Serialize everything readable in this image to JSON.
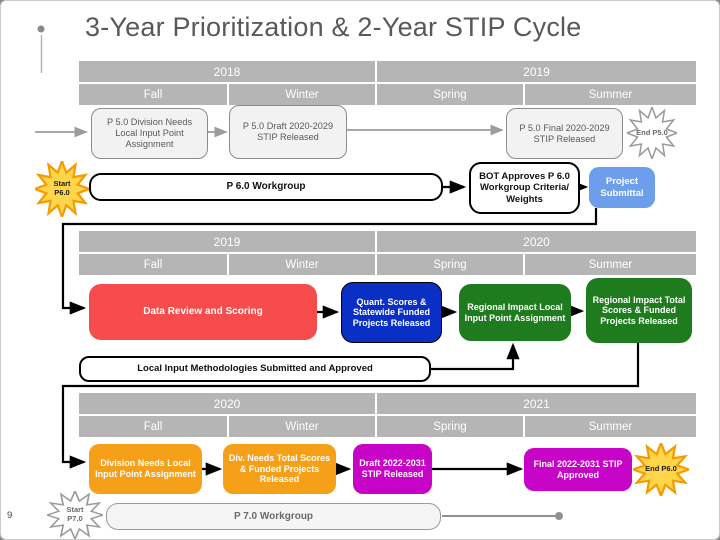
{
  "slide": {
    "title": "3-Year Prioritization & 2-Year STIP Cycle",
    "page_number": "9"
  },
  "colors": {
    "band_gray": "#b5b5b5",
    "process_gray": "#f2f2f2",
    "submittal_blue": "#6d9eeb",
    "quant_dark_blue": "#0a2fc4",
    "review_red": "#f64c4c",
    "regional_green": "#1e7b1e",
    "division_orange": "#f6a018",
    "stip_magenta": "#c803c8",
    "milestone_gold": "#ffd54a",
    "title_text": "#595959"
  },
  "timelines": [
    {
      "years": [
        "2018",
        "2019"
      ],
      "seasons": [
        "Fall",
        "Winter",
        "Spring",
        "Summer"
      ]
    },
    {
      "years": [
        "2019",
        "2020"
      ],
      "seasons": [
        "Fall",
        "Winter",
        "Spring",
        "Summer"
      ]
    },
    {
      "years": [
        "2020",
        "2021"
      ],
      "seasons": [
        "Fall",
        "Winter",
        "Spring",
        "Summer"
      ]
    }
  ],
  "rows": {
    "p5": {
      "division_needs": "P 5.0 Division Needs Local Input Point Assignment",
      "draft_stip": "P 5.0 Draft 2020-2029 STIP Released",
      "final_stip": "P 5.0 Final 2020-2029 STIP Released",
      "end_star": "End P5.0"
    },
    "p6_workgroup": {
      "start_star": "Start P6.0",
      "workgroup": "P 6.0 Workgroup",
      "bot_approves": "BOT Approves P 6.0 Workgroup Criteria/ Weights",
      "project_submittal": "Project Submittal"
    },
    "p6_scoring": {
      "data_review": "Data Review and Scoring",
      "quant_scores": "Quant. Scores & Statewide Funded Projects Released",
      "regional_assignment": "Regional Impact Local Input Point Assignment",
      "regional_released": "Regional Impact Total Scores & Funded Projects Released",
      "methodologies": "Local Input Methodologies Submitted and Approved"
    },
    "p6_final": {
      "division_assignment": "Division Needs Local Input Point Assignment",
      "division_released": "Div. Needs Total Scores & Funded Projects Released",
      "draft_stip": "Draft 2022-2031 STIP Released",
      "final_stip": "Final 2022-2031 STIP Approved",
      "end_star": "End P6.0"
    },
    "p7": {
      "start_star": "Start P7.0",
      "workgroup": "P 7.0 Workgroup"
    }
  }
}
